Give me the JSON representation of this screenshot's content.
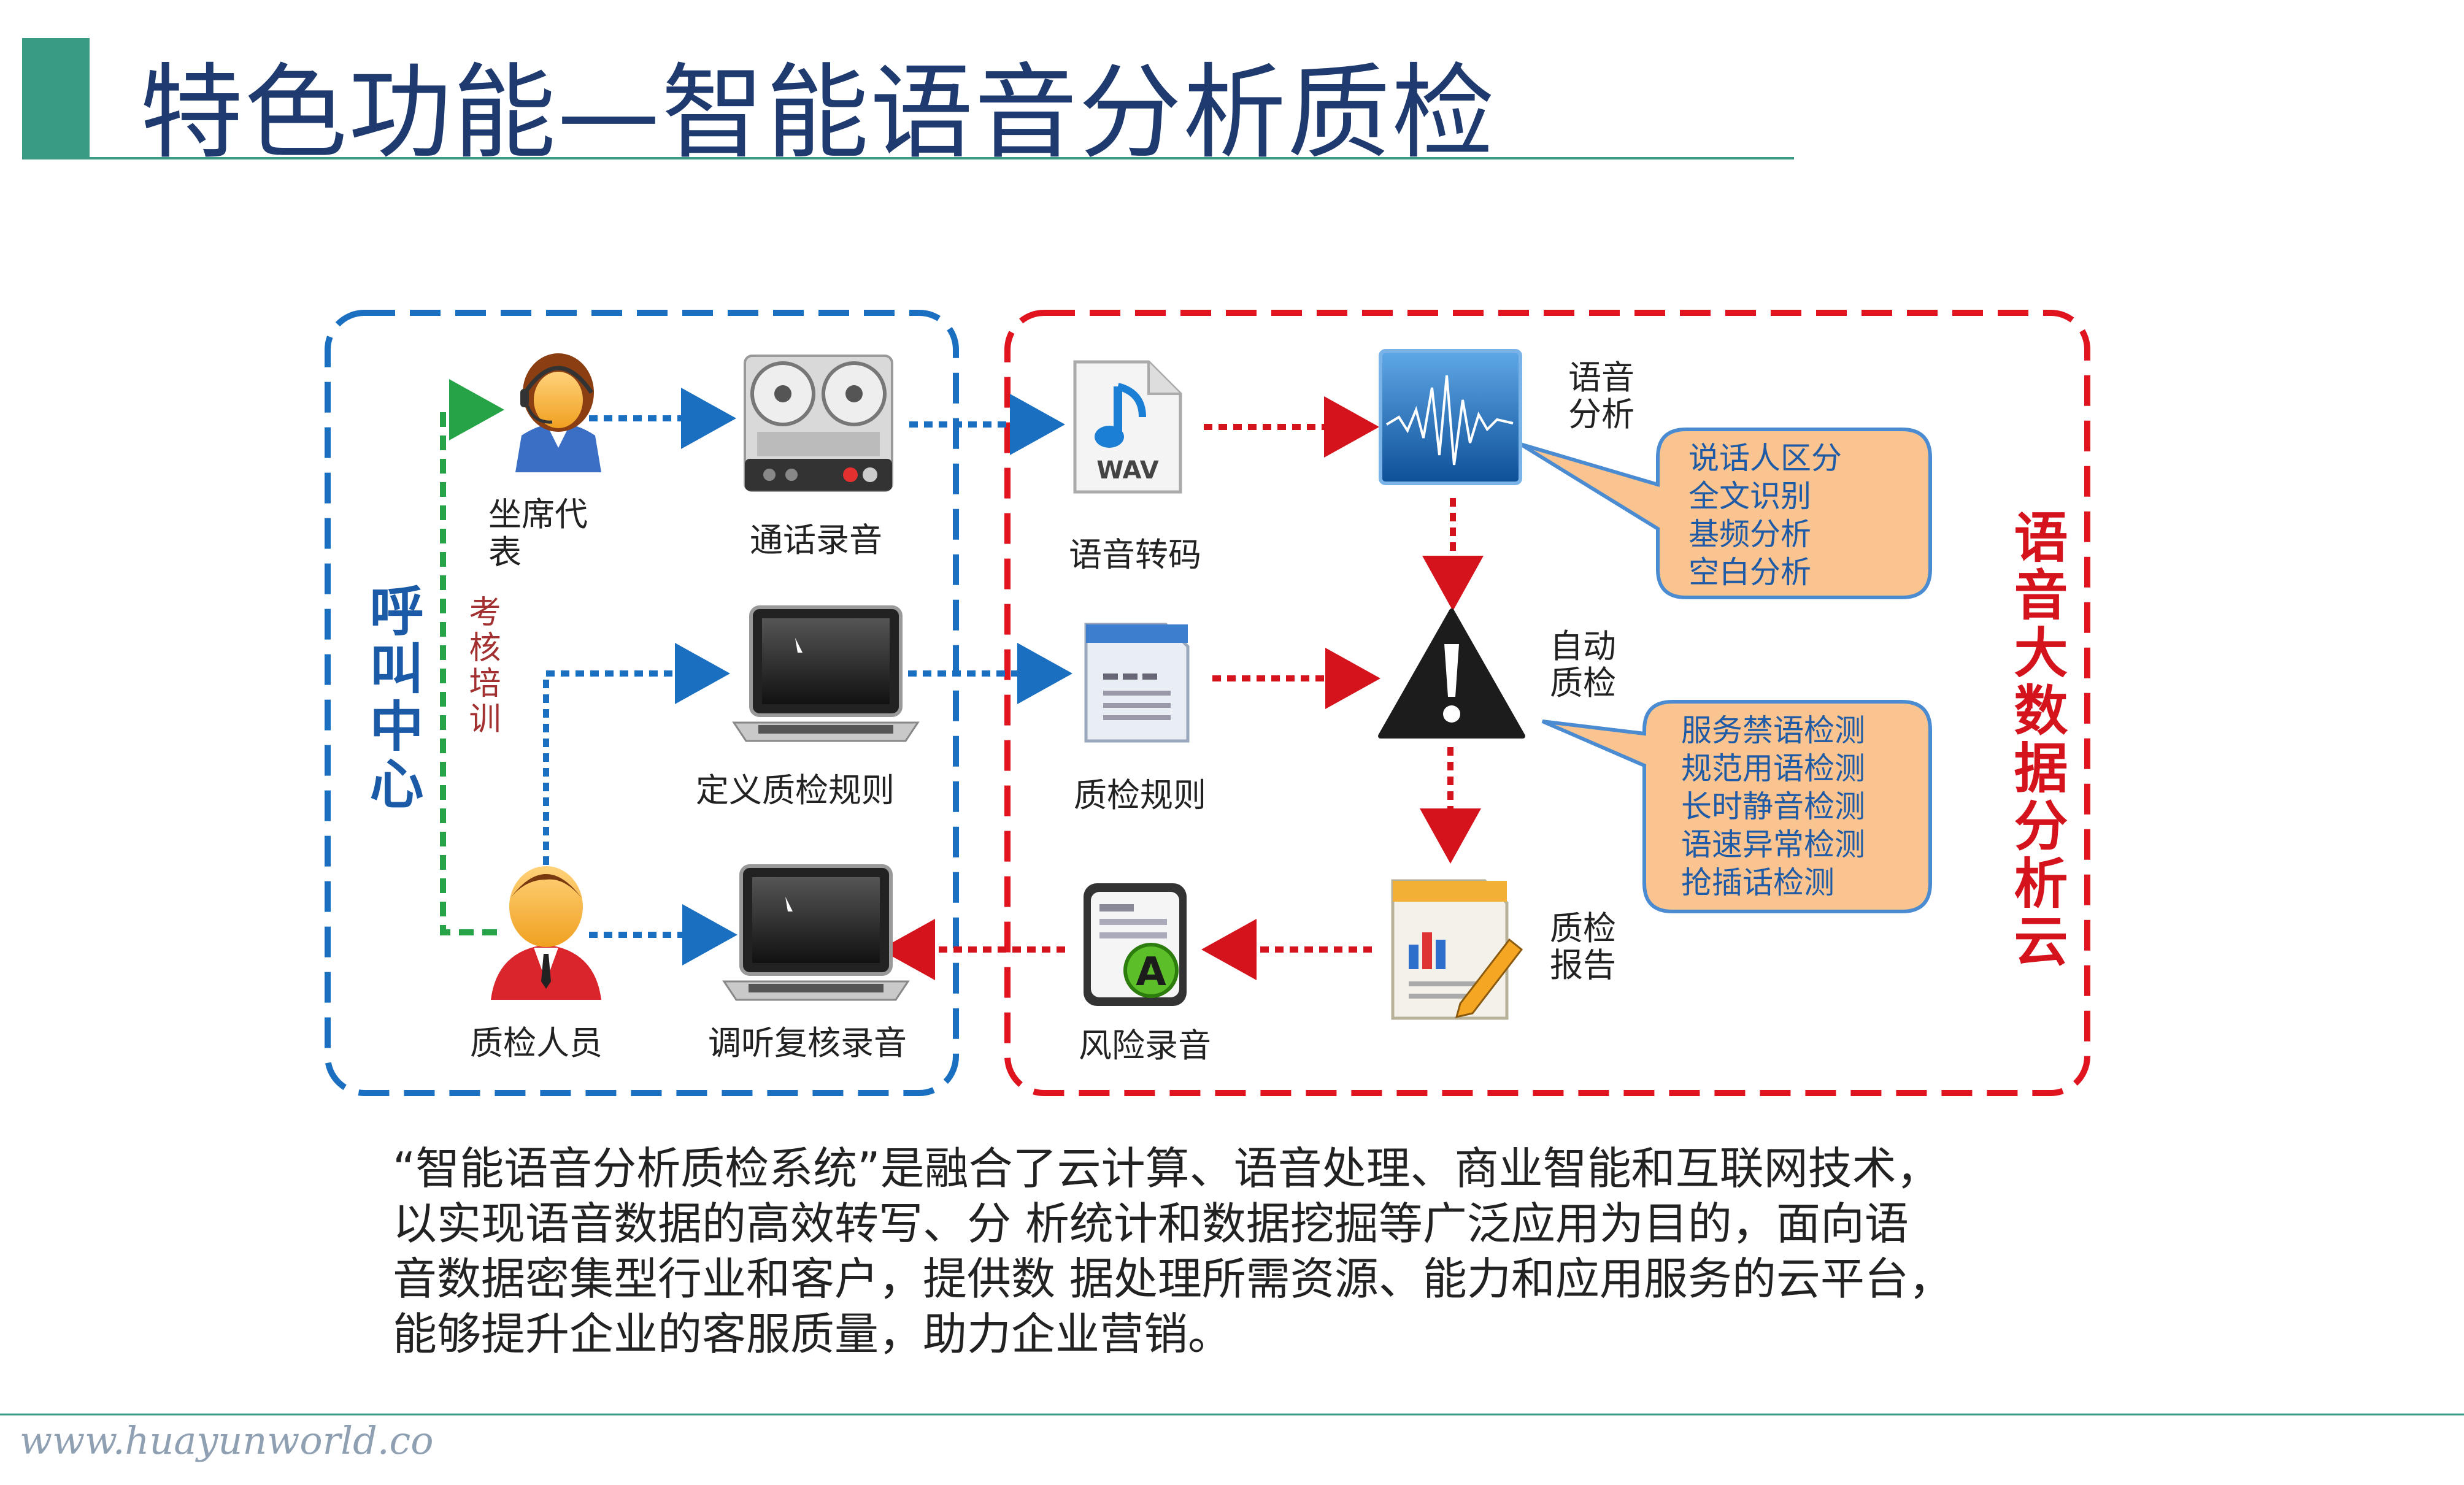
{
  "title": "特色功能—智能语音分析质检",
  "call_center": {
    "label": "呼叫中心",
    "training_label": "考核培训",
    "nodes": {
      "agent": "坐席代表",
      "call_recording": "通话录音",
      "define_rules": "定义质检规则",
      "inspector": "质检人员",
      "review_recording": "调听复核录音"
    }
  },
  "cloud": {
    "label": "语音大数据分析云",
    "nodes": {
      "transcode": "语音转码",
      "speech_analysis": "语音分析",
      "qc_rules": "质检规则",
      "auto_qc": "自动质检",
      "qc_report": "质检报告",
      "risk_recording": "风险录音"
    },
    "wav_tag": "WAV",
    "analysis_bubble": [
      "说话人区分",
      "全文识别",
      "基频分析",
      "空白分析"
    ],
    "qc_bubble": [
      "服务禁语检测",
      "规范用语检测",
      "长时静音检测",
      "语速异常检测",
      "抢插话检测"
    ]
  },
  "description": [
    "“智能语音分析质检系统”是融合了云计算、语音处理、商业智能和互联网技术，",
    "以实现语音数据的高效转写、分 析统计和数据挖掘等广泛应用为目的，面向语",
    "音数据密集型行业和客户，提供数 据处理所需资源、能力和应用服务的云平台，",
    "能够提升企业的客服质量，助力企业营销。"
  ],
  "footer": "www.huayunworld.co",
  "colors": {
    "title": "#1f3a6e",
    "accent_bar": "#3a9b84",
    "blue_dash": "#1a6fc0",
    "red_dash": "#e0141e",
    "green_dash": "#27a347",
    "bubble_fill": "#f9c48f",
    "bubble_stroke": "#4a8bd1"
  }
}
